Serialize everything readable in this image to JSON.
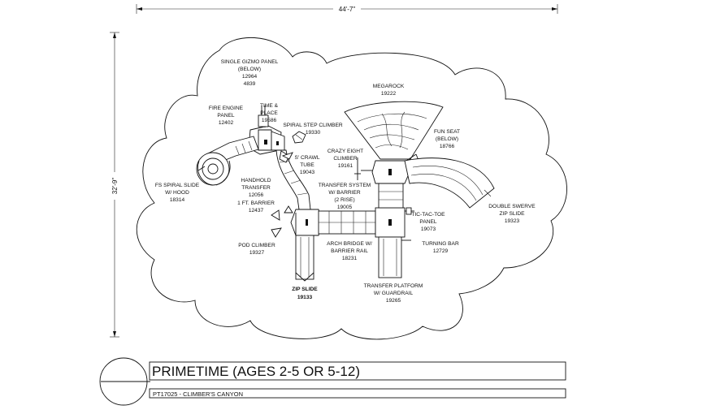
{
  "dimensions": {
    "width": "44'-7\"",
    "height": "32'-9\""
  },
  "title_block": {
    "title": "PRIMETIME (AGES 2-5 OR 5-12)",
    "subtitle": "PT17025 - CLIMBER'S CANYON"
  },
  "labels": {
    "gizmo": [
      "SINGLE GIZMO PANEL",
      "(BELOW)",
      "12964",
      "4839"
    ],
    "fire_engine": [
      "FIRE ENGINE",
      "PANEL",
      "12402"
    ],
    "time_place": [
      "TIME &",
      "PLACE",
      "19586"
    ],
    "spiral_step": [
      "SPIRAL STEP CLIMBER",
      "19330"
    ],
    "fs_spiral": [
      "FS SPIRAL SLIDE",
      "W/ HOOD",
      "18314"
    ],
    "handhold": [
      "HANDHOLD",
      "TRANSFER",
      "12056"
    ],
    "barrier": [
      "1 FT. BARRIER",
      "12437"
    ],
    "crawl_tube": [
      "S' CRAWL",
      "TUBE",
      "19043"
    ],
    "crazy_eight": [
      "CRAZY EIGHT",
      "CLIMBER",
      "19161"
    ],
    "megarock": [
      "MEGAROCK",
      "19222"
    ],
    "fun_seat": [
      "FUN SEAT",
      "(BELOW)",
      "18766"
    ],
    "transfer_system": [
      "TRANSFER SYSTEM",
      "W/ BARRIER",
      "(2 RISE)",
      "19005"
    ],
    "double_swerve": [
      "DOUBLE SWERVE",
      "ZIP SLIDE",
      "19323"
    ],
    "tic_tac_toe": [
      "TIC-TAC-TOE",
      "PANEL",
      "19073"
    ],
    "pod_climber": [
      "POD CLIMBER",
      "19327"
    ],
    "arch_bridge": [
      "ARCH BRIDGE W/",
      "BARRIER RAIL",
      "18231"
    ],
    "turning_bar": [
      "TURNING BAR",
      "12729"
    ],
    "zip_slide": [
      "ZIP SLIDE",
      "19133"
    ],
    "transfer_platform": [
      "TRANSFER PLATFORM",
      "W/ GUARDRAIL",
      "19265"
    ]
  }
}
